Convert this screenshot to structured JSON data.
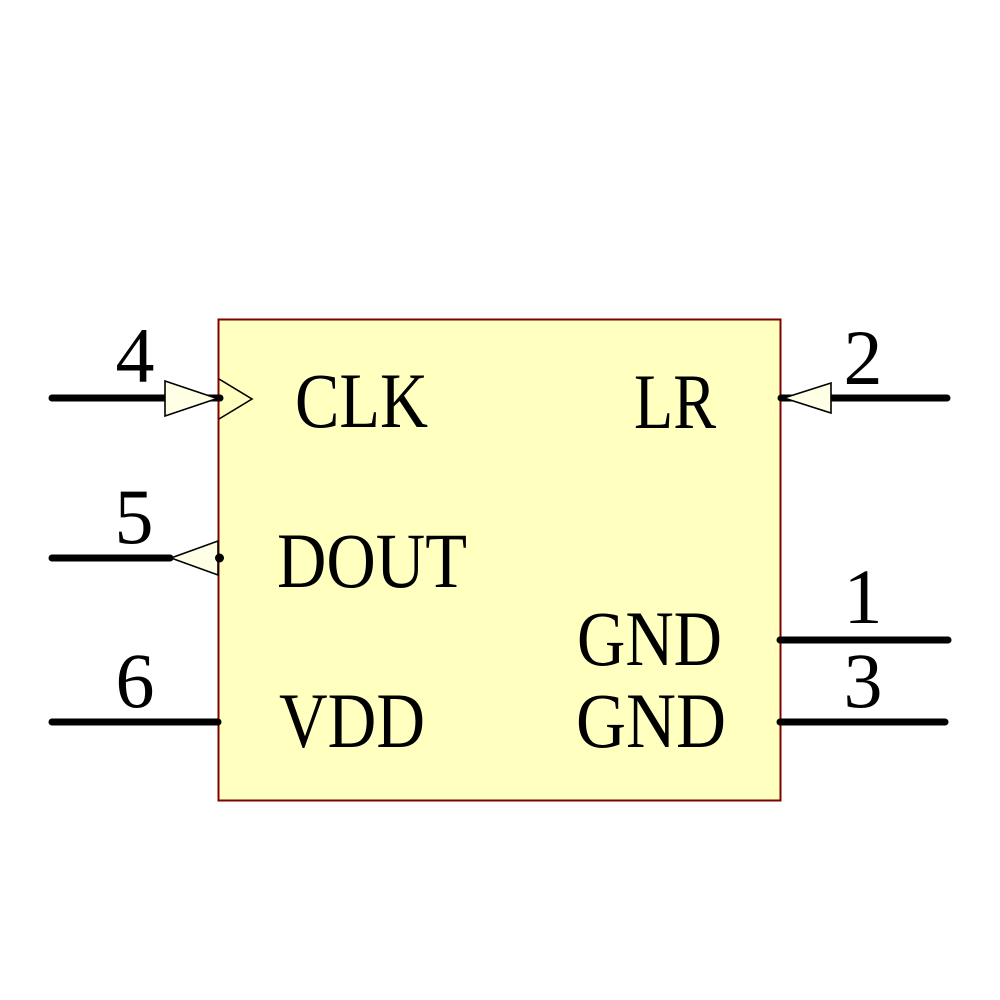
{
  "figure": {
    "type": "schematic-component-symbol",
    "colors": {
      "background": "#FFFFFF",
      "body_fill": "#FFFFC0",
      "body_border": "#7F0000",
      "wire": "#000000",
      "arrow_fill": "#FFFFE6",
      "text": "#000000"
    },
    "pins": [
      {
        "number": "4",
        "label": "CLK",
        "side": "left",
        "decoration": "input-arrow-with-clock-chevron"
      },
      {
        "number": "5",
        "label": "DOUT",
        "side": "left",
        "decoration": "output-arrow-pointing-left"
      },
      {
        "number": "6",
        "label": "VDD",
        "side": "left",
        "decoration": "none"
      },
      {
        "number": "2",
        "label": "LR",
        "side": "right",
        "decoration": "input-arrow-pointing-left"
      },
      {
        "number": "1",
        "label": "GND",
        "side": "right",
        "decoration": "none"
      },
      {
        "number": "3",
        "label": "GND",
        "side": "right",
        "decoration": "none"
      }
    ]
  }
}
